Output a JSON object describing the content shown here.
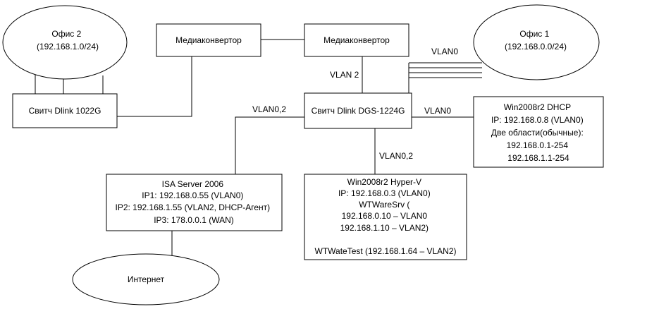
{
  "nodes": {
    "office2": {
      "lines": [
        "Офис 2",
        "(192.168.1.0/24)"
      ]
    },
    "office1": {
      "lines": [
        "Офис 1",
        "(192.168.0.0/24)"
      ]
    },
    "internet": {
      "lines": [
        "Интернет"
      ]
    },
    "mc_left": {
      "lines": [
        "Медиаконвертор"
      ]
    },
    "mc_right": {
      "lines": [
        "Медиаконвертор"
      ]
    },
    "switch_1022": {
      "lines": [
        "Свитч Dlink 1022G"
      ]
    },
    "switch_1224": {
      "lines": [
        "Свитч Dlink DGS-1224G"
      ]
    },
    "dhcp": {
      "lines": [
        "Win2008r2 DHCP",
        "IP: 192.168.0.8 (VLAN0)",
        "Две области(обычные):",
        "192.168.0.1-254",
        "192.168.1.1-254"
      ]
    },
    "isa": {
      "lines": [
        "ISA Server 2006",
        "IP1: 192.168.0.55 (VLAN0)",
        "IP2: 192.168.1.55 (VLAN2, DHCP-Агент)",
        "IP3: 178.0.0.1 (WAN)"
      ]
    },
    "hyperv": {
      "lines": [
        "Win2008r2 Hyper-V",
        "IP: 192.168.0.3 (VLAN0)",
        "WTWareSrv (",
        "192.168.0.10 – VLAN0",
        "192.168.1.10 – VLAN2)",
        "",
        "WTWateTest (192.168.1.64 – VLAN2)"
      ]
    }
  },
  "links": {
    "vlan0_office1": "VLAN0",
    "vlan2_mc": "VLAN 2",
    "vlan02_isa": "VLAN0,2",
    "vlan0_dhcp": "VLAN0",
    "vlan02_hyperv": "VLAN0,2"
  }
}
